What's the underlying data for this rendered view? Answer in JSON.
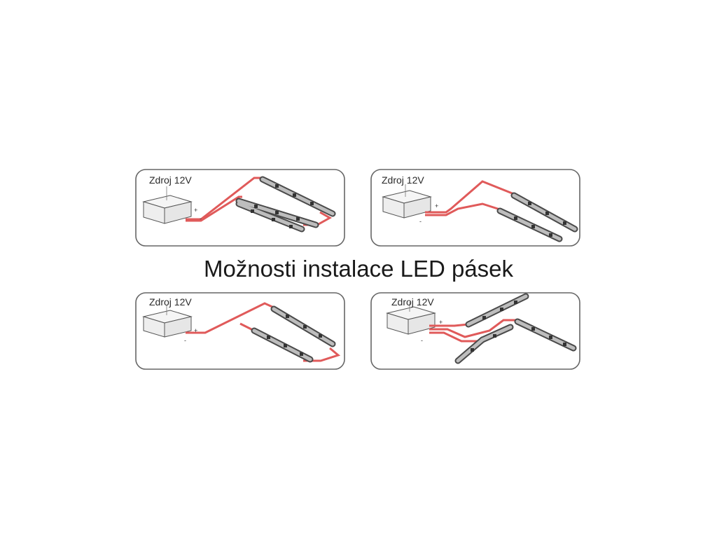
{
  "title": "Možnosti instalace LED pásek",
  "panels": [
    {
      "label": "Zdroj 12V",
      "plus": "+",
      "minus": "-"
    },
    {
      "label": "Zdroj 12V",
      "plus": "+",
      "minus": "-"
    },
    {
      "label": "Zdroj 12V",
      "plus": "+",
      "minus": "-"
    },
    {
      "label": "Zdroj 12V",
      "plus": "+",
      "minus": "-"
    }
  ],
  "colors": {
    "wire": "#e05a5a",
    "strip": "#4a4a4a",
    "frame": "#666666"
  }
}
